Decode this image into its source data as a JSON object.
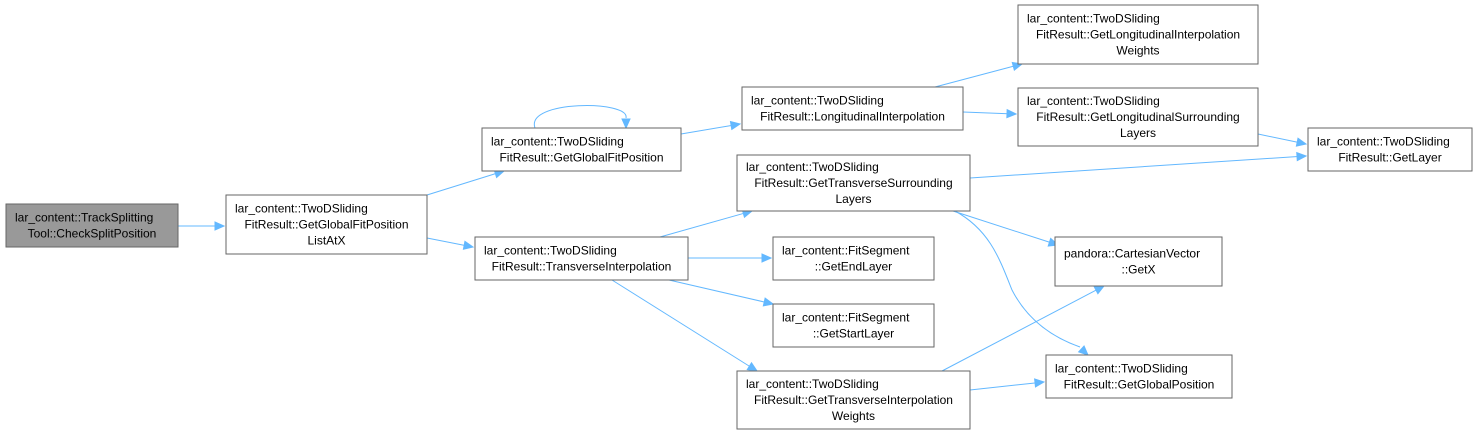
{
  "graph": {
    "edge_color": "#63b8ff",
    "node_border_color": "#666666",
    "root_fill_color": "#999999",
    "nodes": [
      {
        "id": "check_split",
        "root": true,
        "lines": [
          "lar_content::TrackSplitting",
          "Tool::CheckSplitPosition"
        ]
      },
      {
        "id": "get_global_fit_pos_list",
        "lines": [
          "lar_content::TwoDSliding",
          "FitResult::GetGlobalFitPosition",
          "ListAtX"
        ]
      },
      {
        "id": "get_global_fit_pos",
        "lines": [
          "lar_content::TwoDSliding",
          "FitResult::GetGlobalFitPosition"
        ]
      },
      {
        "id": "transverse_interp",
        "lines": [
          "lar_content::TwoDSliding",
          "FitResult::TransverseInterpolation"
        ]
      },
      {
        "id": "longitudinal_interp",
        "lines": [
          "lar_content::TwoDSliding",
          "FitResult::LongitudinalInterpolation"
        ]
      },
      {
        "id": "get_transverse_surrounding",
        "lines": [
          "lar_content::TwoDSliding",
          "FitResult::GetTransverseSurrounding",
          "Layers"
        ]
      },
      {
        "id": "get_end_layer",
        "lines": [
          "lar_content::FitSegment",
          "::GetEndLayer"
        ]
      },
      {
        "id": "get_start_layer",
        "lines": [
          "lar_content::FitSegment",
          "::GetStartLayer"
        ]
      },
      {
        "id": "get_transverse_weights",
        "lines": [
          "lar_content::TwoDSliding",
          "FitResult::GetTransverseInterpolation",
          "Weights"
        ]
      },
      {
        "id": "get_longitudinal_weights",
        "lines": [
          "lar_content::TwoDSliding",
          "FitResult::GetLongitudinalInterpolation",
          "Weights"
        ]
      },
      {
        "id": "get_longitudinal_surrounding",
        "lines": [
          "lar_content::TwoDSliding",
          "FitResult::GetLongitudinalSurrounding",
          "Layers"
        ]
      },
      {
        "id": "get_layer",
        "lines": [
          "lar_content::TwoDSliding",
          "FitResult::GetLayer"
        ]
      },
      {
        "id": "get_x",
        "lines": [
          "pandora::CartesianVector",
          "::GetX"
        ]
      },
      {
        "id": "get_global_position",
        "lines": [
          "lar_content::TwoDSliding",
          "FitResult::GetGlobalPosition"
        ]
      }
    ],
    "edges": [
      {
        "from": "check_split",
        "to": "get_global_fit_pos_list"
      },
      {
        "from": "get_global_fit_pos_list",
        "to": "get_global_fit_pos"
      },
      {
        "from": "get_global_fit_pos_list",
        "to": "transverse_interp"
      },
      {
        "from": "get_global_fit_pos",
        "to": "get_global_fit_pos"
      },
      {
        "from": "get_global_fit_pos",
        "to": "longitudinal_interp"
      },
      {
        "from": "longitudinal_interp",
        "to": "get_longitudinal_weights"
      },
      {
        "from": "longitudinal_interp",
        "to": "get_longitudinal_surrounding"
      },
      {
        "from": "get_longitudinal_surrounding",
        "to": "get_layer"
      },
      {
        "from": "transverse_interp",
        "to": "get_transverse_surrounding"
      },
      {
        "from": "transverse_interp",
        "to": "get_end_layer"
      },
      {
        "from": "transverse_interp",
        "to": "get_start_layer"
      },
      {
        "from": "transverse_interp",
        "to": "get_transverse_weights"
      },
      {
        "from": "get_transverse_surrounding",
        "to": "get_layer"
      },
      {
        "from": "get_transverse_surrounding",
        "to": "get_x"
      },
      {
        "from": "get_transverse_surrounding",
        "to": "get_global_position"
      },
      {
        "from": "get_transverse_weights",
        "to": "get_x"
      },
      {
        "from": "get_transverse_weights",
        "to": "get_global_position"
      }
    ]
  }
}
